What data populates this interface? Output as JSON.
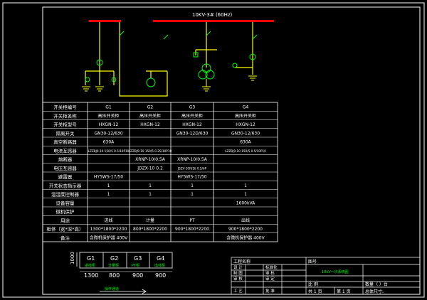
{
  "busbar_label": "10KV-3# (60Hz)",
  "table": {
    "row_headers": [
      "开关柜编号",
      "开关柜名称",
      "开关柜型号",
      "隔离开关",
      "真空断路器",
      "电流互感器",
      "熔断器",
      "电压互感器",
      "避雷器",
      "开关状态指示器",
      "温湿度控制器",
      "设备容量",
      "微机保护",
      "用途",
      "柜体（宽*深*高）",
      "备注"
    ],
    "columns": [
      {
        "cells": [
          "G1",
          "高压开关柜",
          "HXGN-12",
          "GN30-12/630",
          "630A",
          "LZZBJ9-10 150/5 0.5/10P10",
          "",
          "",
          "HY5WS-17/50",
          "1",
          "1",
          "",
          "",
          "进线",
          "1300*1800*2200",
          "含微机保护器 400V"
        ]
      },
      {
        "cells": [
          "G2",
          "高压开关柜",
          "HXGN-12",
          "",
          "",
          "LZZBJ9-10 150/5 0.2S/10P10",
          "XRNP-10/0.5A",
          "JDZX-10 0.2",
          "",
          "1",
          "1",
          "",
          "",
          "计量",
          "800*1800*2200",
          ""
        ]
      },
      {
        "cells": [
          "G3",
          "高压开关柜",
          "HXGN-12",
          "GN30-12D/630",
          "",
          "",
          "XRNP-10/0.5A",
          "JSZV-10R(Q) 0.5/6P",
          "HY5WS-17/50",
          "1",
          "1",
          "",
          "",
          "PT",
          "900*1800*2200",
          ""
        ]
      },
      {
        "cells": [
          "G4",
          "高压开关柜",
          "HXGN-12",
          "GN30-12/630",
          "630A",
          "LZZBJ9-10 150/5 0.5/10P10",
          "",
          "",
          "",
          "1",
          "1",
          "1600kVA",
          "",
          "出线",
          "900*1800*2200",
          "含微机保护器 400V"
        ]
      }
    ]
  },
  "layout_plan": {
    "height_label": "1000",
    "cabinets": [
      "G1",
      "G2",
      "G3",
      "G4"
    ],
    "small_labels": [
      "进线柜",
      "计量柜",
      "PT柜",
      "出线柜"
    ],
    "widths": [
      "1300",
      "800",
      "900",
      "900"
    ],
    "arrow_label": "操作通道"
  },
  "title_block": {
    "project_label": "工程名称",
    "drawing_no_label": "图号",
    "drawing_title": "10kV一次系统图",
    "rows": [
      [
        "设 计",
        "",
        "标准化",
        ""
      ],
      [
        "制 图",
        "",
        "审 核",
        ""
      ],
      [
        "审 核",
        "",
        "审 定",
        ""
      ],
      [
        "工 艺",
        "",
        "批 准",
        ""
      ]
    ],
    "qty_label": "数量（ ）台",
    "scale_label": "比 例",
    "sheet_a": "共 1 页",
    "sheet_b": "第 1 页",
    "total_size_label": "总体尺寸:"
  },
  "colors": {
    "frame": "#ffffff",
    "busbar": "#ff0000",
    "wire": "#ffff00",
    "device": "#00ff00",
    "text": "#ffffff"
  }
}
